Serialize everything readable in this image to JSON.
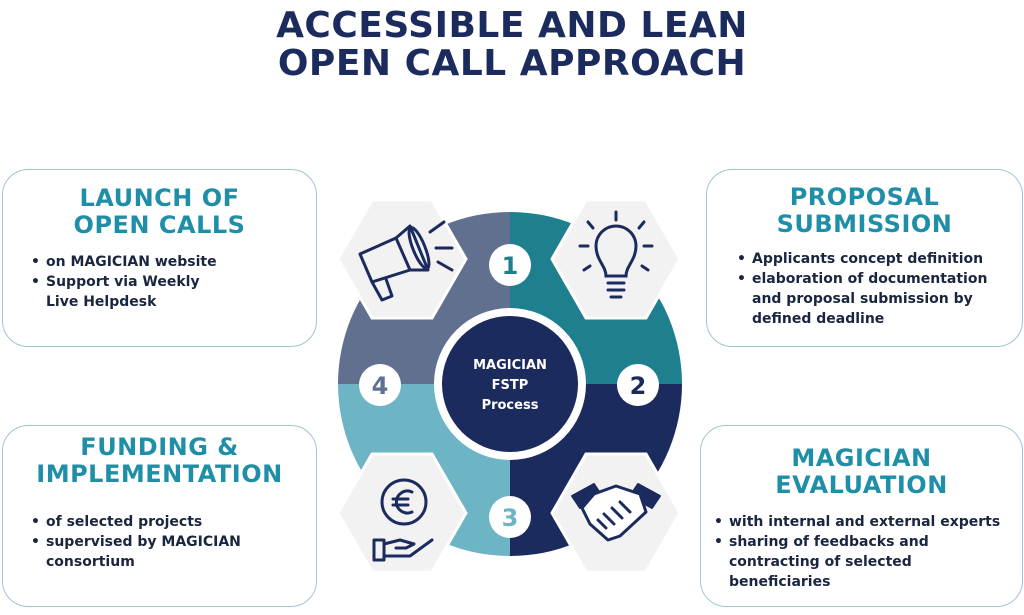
{
  "title": {
    "line1": "ACCESSIBLE AND LEAN",
    "line2": "OPEN CALL APPROACH"
  },
  "colors": {
    "navy": "#1c2b5e",
    "teal": "#1e7f8f",
    "light_teal": "#6db4c4",
    "slate": "#62708f",
    "heading": "#1f8fa8"
  },
  "cards": {
    "launch": {
      "line1": "LAUNCH OF",
      "line2": "OPEN CALLS",
      "bullets": [
        "on MAGICIAN website",
        "Support via Weekly",
        "Live Helpdesk"
      ]
    },
    "proposal": {
      "line1": "PROPOSAL",
      "line2": "SUBMISSION",
      "bullets": [
        "Applicants concept definition",
        "elaboration of documentation",
        "and proposal submission by",
        "defined deadline"
      ]
    },
    "funding": {
      "line1": "FUNDING &",
      "line2": "IMPLEMENTATION",
      "bullets": [
        "of selected projects",
        "supervised by MAGICIAN",
        "consortium"
      ]
    },
    "evaluation": {
      "line1": "MAGICIAN",
      "line2": "EVALUATION",
      "bullets": [
        "with internal and external experts",
        "sharing of feedbacks and",
        "contracting of selected",
        "beneficiaries"
      ]
    }
  },
  "cycle": {
    "center": {
      "line1": "MAGICIAN",
      "line2": "FSTP",
      "line3": "Process"
    },
    "steps": [
      "1",
      "2",
      "3",
      "4"
    ],
    "icons": [
      "megaphone-icon",
      "lightbulb-icon",
      "handshake-icon",
      "euro-hand-icon"
    ]
  }
}
